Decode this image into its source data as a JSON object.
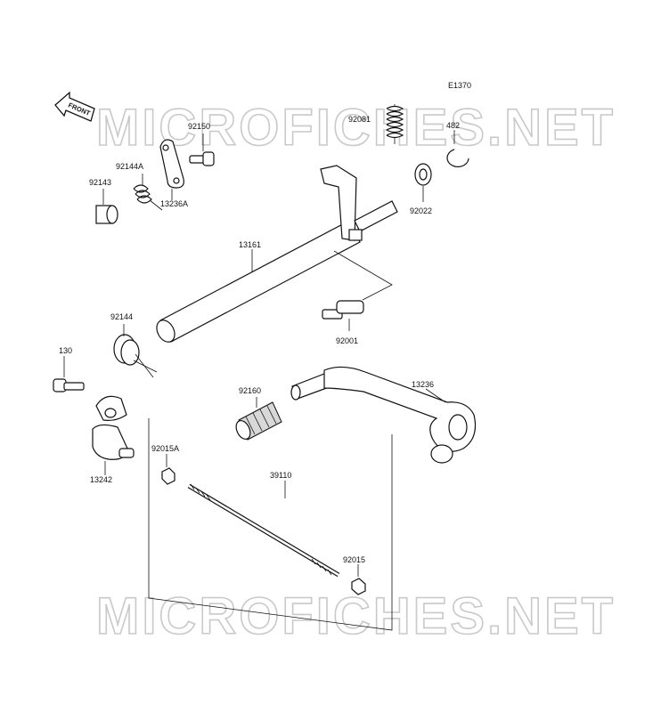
{
  "diagram_code": "E1370",
  "front_arrow_label": "FRONT",
  "watermark": "MICROFICHES.NET",
  "parts": {
    "p92081": "92081",
    "p482": "482",
    "p92150": "92150",
    "p92144A": "92144A",
    "p92143": "92143",
    "p13236A": "13236A",
    "p92022": "92022",
    "p13161": "13161",
    "p92144": "92144",
    "p92001": "92001",
    "p130": "130",
    "p92160": "92160",
    "p13236": "13236",
    "p92015A": "92015A",
    "p39110": "39110",
    "p13242": "13242",
    "p92015": "92015"
  }
}
